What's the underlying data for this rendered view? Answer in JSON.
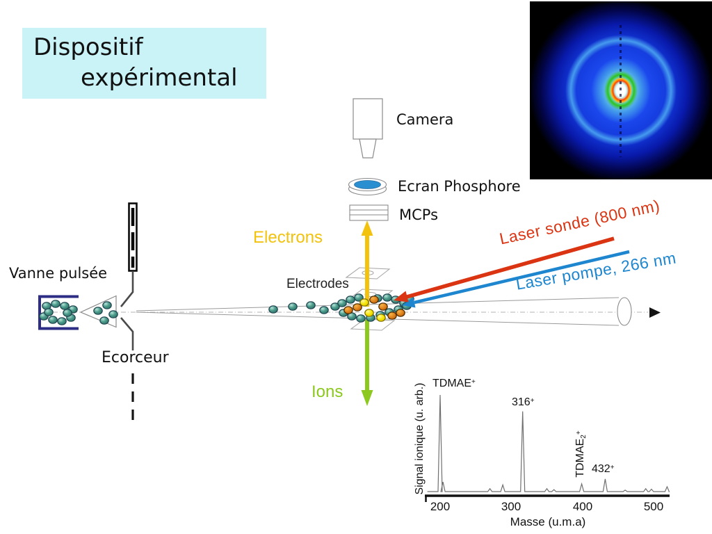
{
  "slide": {
    "title_line1": "Dispositif",
    "title_line2": "expérimental"
  },
  "labels": {
    "camera": "Camera",
    "ecran_phosphore": "Ecran Phosphore",
    "mcps": "MCPs",
    "electrons": "Electrons",
    "electrodes": "Electrodes",
    "ions": "Ions",
    "vanne_pulsee": "Vanne pulsée",
    "ecorceur": "Ecorceur",
    "laser_sonde": "Laser sonde (800 nm)",
    "laser_pompe": "Laser pompe, 266 nm"
  },
  "colors": {
    "title-bg": "#c9f3f7",
    "electron-yellow": "#f2c20e",
    "ion-green": "#8cc81e",
    "laser-red": "#da3412",
    "laser-blue": "#1d86cf",
    "valve-navy": "#2d2d86",
    "phosphor-blue": "#2a8fd0",
    "molecule-teal": "#4f9e8e",
    "molecule-orange": "#e0821c",
    "molecule-yellow": "#f6e400"
  },
  "chart_data": {
    "type": "line",
    "title": "",
    "xlabel": "Masse (u.m.a)",
    "ylabel": "Signal ionique (u. arb.)",
    "x_ticks": [
      200,
      300,
      400,
      500
    ],
    "xlim": [
      182,
      521
    ],
    "ylim": [
      0,
      1.05
    ],
    "grid": false,
    "legend": "none",
    "series": [
      {
        "name": "signal ionique",
        "peaks_mass_relheight": [
          [
            200,
            1.0
          ],
          [
            204,
            0.1
          ],
          [
            270,
            0.03
          ],
          [
            288,
            0.07
          ],
          [
            316,
            0.83
          ],
          [
            350,
            0.03
          ],
          [
            360,
            0.02
          ],
          [
            399,
            0.08
          ],
          [
            432,
            0.13
          ],
          [
            460,
            0.015
          ],
          [
            489,
            0.03
          ],
          [
            497,
            0.025
          ],
          [
            519,
            0.05
          ]
        ]
      }
    ],
    "peak_labels": [
      {
        "base": "TDMAE",
        "sub": "",
        "sup": "+"
      },
      {
        "base": "316",
        "sub": "",
        "sup": "+"
      },
      {
        "base": "TDMAE",
        "sub": "2",
        "sup": "+"
      },
      {
        "base": "432",
        "sub": "",
        "sup": "+"
      }
    ]
  }
}
